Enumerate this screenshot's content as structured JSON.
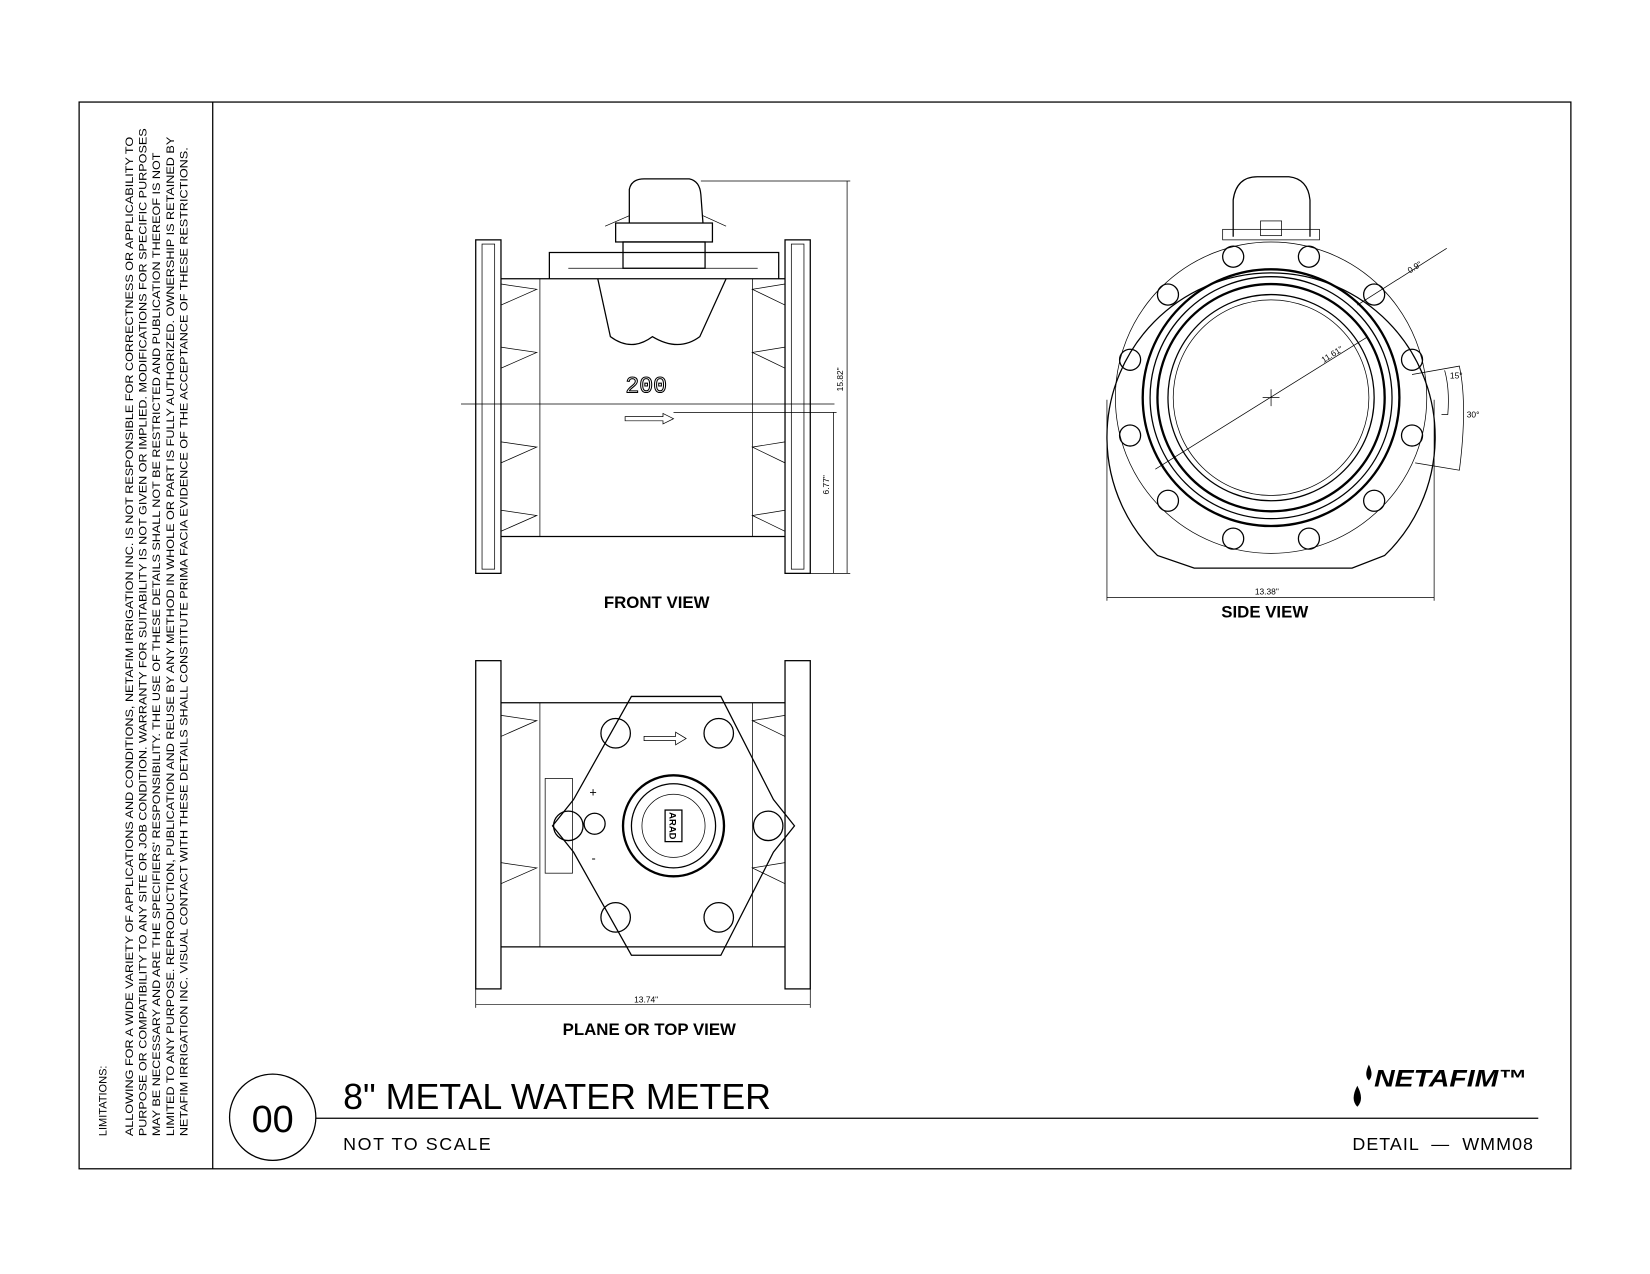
{
  "limitations": {
    "heading": "LIMITATIONS:",
    "lines": [
      "ALLOWING FOR A WIDE VARIETY OF APPLICATIONS AND CONDITIONS, NETAFIM IRRIGATION INC. IS NOT RESPONSIBLE FOR CORRECTNESS OR APPLICABILITY TO",
      "PURPOSE OR COMPATIBILITY TO ANY SITE OR JOB CONDITION. WARRANTY FOR SUITABILITY IS NOT GIVEN OR IMPLIED. MODIFICATIONS FOR SPECIFIC PURPOSES",
      "MAY BE NECESSARY AND ARE THE SPECIFIERS' RESPONSIBILITY. THE USE OF THESE DETAILS SHALL NOT BE RESTRICTED AND PUBLICATION THEREOF IS NOT",
      "LIMITED TO ANY PURPOSE.  REPRODUCTION, PUBLICATION AND REUSE BY ANY METHOD IN WHOLE OR PART IS FULLY AUTHORIZED. OWNERSHIP IS RETAINED BY",
      "NETAFIM IRRIGATION INC.  VISUAL CONTACT WITH THESE DETAILS SHALL CONSTITUTE PRIMA FACIA EVIDENCE OF THE ACCEPTANCE OF THESE RESTRICTIONS."
    ]
  },
  "views": {
    "front": {
      "label": "FRONT VIEW",
      "size_marking": "200",
      "dim_height": "15.82\"",
      "dim_center": "6.77\""
    },
    "side": {
      "label": "SIDE VIEW",
      "dim_width": "13.38\"",
      "dim_bore": "11.61\"",
      "dim_bolt": "0.9\"",
      "angle_small": "15°",
      "angle_large": "30°"
    },
    "top": {
      "label": "PLANE OR TOP VIEW",
      "dim_length": "13.74\"",
      "brand_marking": "ARAD",
      "plus": "+",
      "minus": "-"
    }
  },
  "title_block": {
    "detail_number": "00",
    "title": "8\" METAL WATER METER",
    "scale": "NOT TO SCALE",
    "detail_code": "DETAIL  —  WMM08",
    "logo": "NETAFIM™"
  }
}
